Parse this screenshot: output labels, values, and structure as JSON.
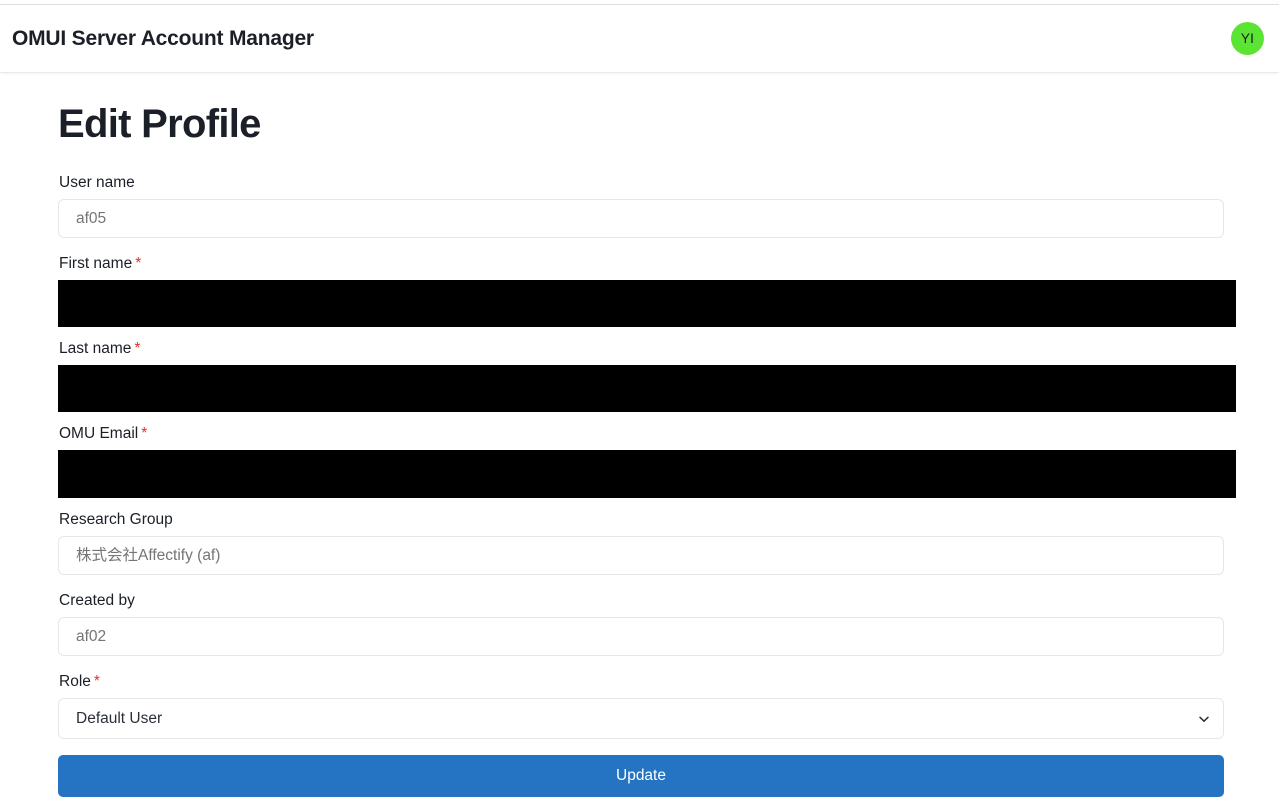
{
  "header": {
    "app_title": "OMUI Server Account Manager",
    "avatar_initials": "YI",
    "avatar_color": "#5ce434"
  },
  "page": {
    "title": "Edit Profile"
  },
  "form": {
    "required_marker": "*",
    "fields": [
      {
        "label": "User name",
        "required": false,
        "type": "text",
        "value": "",
        "placeholder": "af05",
        "redacted": false
      },
      {
        "label": "First name",
        "required": true,
        "type": "text",
        "value": "",
        "placeholder": "",
        "redacted": true
      },
      {
        "label": "Last name",
        "required": true,
        "type": "text",
        "value": "",
        "placeholder": "",
        "redacted": true
      },
      {
        "label": "OMU Email",
        "required": true,
        "type": "text",
        "value": "",
        "placeholder": "",
        "redacted": true
      },
      {
        "label": "Research Group",
        "required": false,
        "type": "text",
        "value": "",
        "placeholder": "株式会社Affectify (af)",
        "redacted": false
      },
      {
        "label": "Created by",
        "required": false,
        "type": "text",
        "value": "",
        "placeholder": "af02",
        "redacted": false
      },
      {
        "label": "Role",
        "required": true,
        "type": "select",
        "value": "Default User",
        "placeholder": "",
        "redacted": false
      }
    ],
    "submit_label": "Update",
    "submit_color": "#2574c3"
  }
}
